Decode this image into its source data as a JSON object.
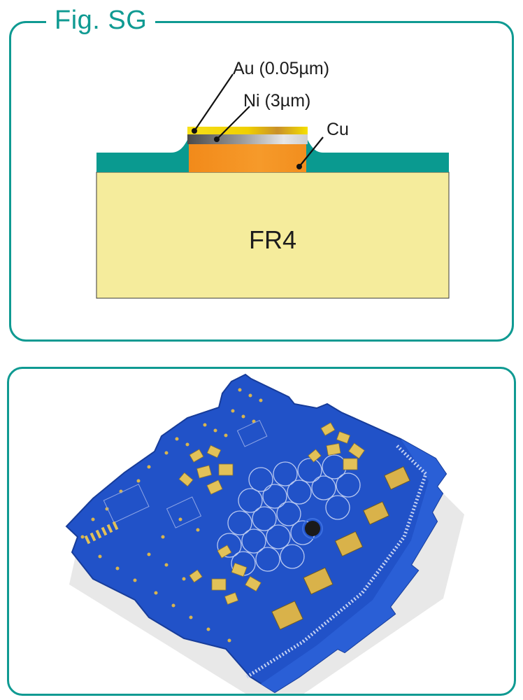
{
  "title": "Fig. SG",
  "layers": {
    "au": "Au (0.05µm)",
    "ni": "Ni (3µm)",
    "cu": "Cu",
    "substrate": "FR4"
  },
  "colors": {
    "accent": "#0f9a92",
    "solder_mask": "#0a9a90",
    "substrate": "#f5ec9c",
    "copper": "#f4921f",
    "nickel": "#b8b8b8",
    "gold": "#f3d400",
    "pcb_blue": "#1f4fc4",
    "pad_gold": "#e6c65a"
  }
}
